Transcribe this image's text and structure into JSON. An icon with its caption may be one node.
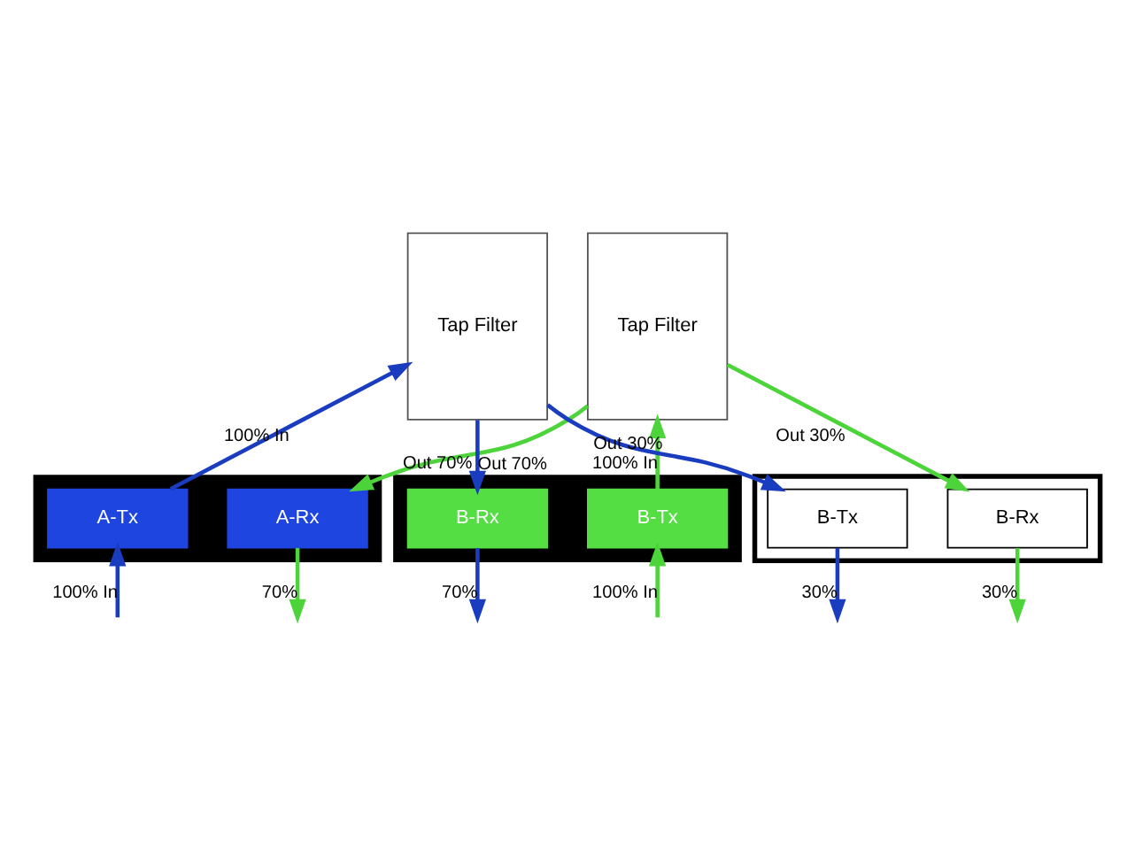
{
  "diagram": {
    "nodes": [
      {
        "text": [
          "Tap Filter"
        ]
      },
      {
        "text": [
          "Tap Filter"
        ]
      },
      {
        "text": [],
        "shape": "box"
      },
      {
        "text": [
          "A-Tx"
        ],
        "in": 2
      },
      {
        "text": [
          "A-Rx"
        ],
        "in": 2
      },
      {
        "text": [],
        "shape": "box"
      },
      {
        "text": [
          "B-Tx"
        ],
        "in": 5
      },
      {
        "text": [
          "B-Rx"
        ],
        "in": 5
      },
      {
        "text": [],
        "shape": "box"
      },
      {
        "text": [
          "B-Tx"
        ],
        "in": 8
      },
      {
        "text": [
          "B-Rx"
        ],
        "in": 8
      }
    ],
    "edges": [
      {
        "from": 3,
        "to": 0,
        "arrow": "to",
        "label": "100% In",
        "color": "#1a3dbf"
      },
      {
        "from": 1,
        "to": 4,
        "arrow": "to",
        "label": "Out 70%",
        "color": "#4cd43a"
      },
      {
        "from": 0,
        "to": 7,
        "arrow": "to",
        "label": "Out 70%",
        "color": "#1a3dbf"
      },
      {
        "from": 0,
        "to": 9,
        "arrow": "to",
        "label": "Out 30%",
        "color": "#1a3dbf"
      },
      {
        "from": 6,
        "to": 1,
        "arrow": "to",
        "label": "100% In",
        "color": "#4cd43a"
      },
      {
        "from": 1,
        "to": 10,
        "arrow": "to",
        "label": "Out 30%",
        "color": "#4cd43a"
      },
      {
        "from": null,
        "to": 3,
        "arrow": "to",
        "label": "100% In",
        "color": "#1a3dbf"
      },
      {
        "from": 4,
        "to": null,
        "arrow": "to",
        "label": "70%",
        "color": "#4cd43a"
      },
      {
        "from": null,
        "to": 6,
        "arrow": "to",
        "label": "100% In",
        "color": "#4cd43a"
      },
      {
        "from": 7,
        "to": null,
        "arrow": "to",
        "label": "70%",
        "color": "#1a3dbf"
      },
      {
        "from": 9,
        "to": null,
        "arrow": "to",
        "label": "30%",
        "color": "#1a3dbf"
      },
      {
        "from": 10,
        "to": null,
        "arrow": "to",
        "label": "30%",
        "color": "#4cd43a"
      }
    ]
  }
}
